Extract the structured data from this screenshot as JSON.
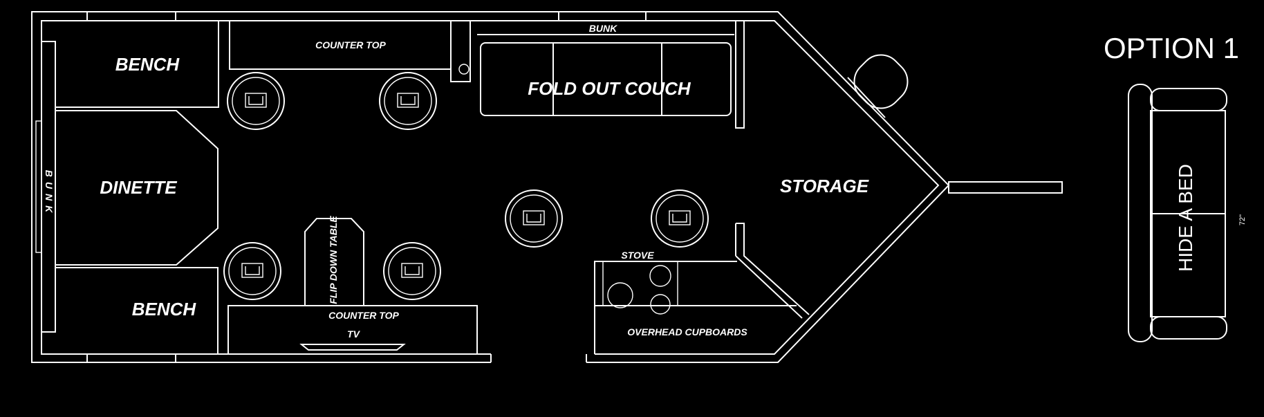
{
  "option_title": "OPTION 1",
  "rooms": {
    "bench_top": "BENCH",
    "bench_bottom": "BENCH",
    "dinette": "DINETTE",
    "fold_out_couch": "FOLD OUT COUCH",
    "storage": "STORAGE"
  },
  "fixtures": {
    "counter_top_upper": "COUNTER TOP",
    "counter_top_lower": "COUNTER TOP",
    "bunk_top": "BUNK",
    "bunk_side": "BUNK",
    "flip_down_table": "FLIP DOWN TABLE",
    "tv": "TV",
    "stove": "STOVE",
    "overhead_cupboards": "OVERHEAD CUPBOARDS"
  },
  "option_detail": {
    "hide_a_bed": "HIDE A BED",
    "dimension": "72\""
  },
  "colors": {
    "background": "#000000",
    "lines": "#ffffff"
  }
}
